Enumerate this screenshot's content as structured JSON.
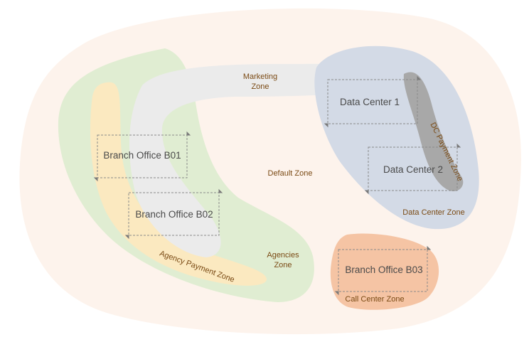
{
  "zones": {
    "default": "Default Zone",
    "marketing_line1": "Marketing",
    "marketing_line2": "Zone",
    "agencies_line1": "Agencies",
    "agencies_line2": "Zone",
    "agency_payment": "Agency Payment Zone",
    "data_center": "Data Center Zone",
    "dc_payment": "DC Payment Zone",
    "call_center": "Call Center Zone"
  },
  "nodes": {
    "b01": "Branch Office B01",
    "b02": "Branch Office B02",
    "b03": "Branch Office B03",
    "dc1": "Data Center 1",
    "dc2": "Data Center 2"
  },
  "colors": {
    "default_zone": "#fdf3ec",
    "agencies_zone": "#e0edd2",
    "agency_payment_zone": "#fbe9c0",
    "marketing_zone": "#ebebeb",
    "data_center_zone": "#d3dae6",
    "dc_payment_zone": "#a8a8a8",
    "call_center_zone": "#f5c4a4",
    "label_text": "#7a4a14"
  }
}
